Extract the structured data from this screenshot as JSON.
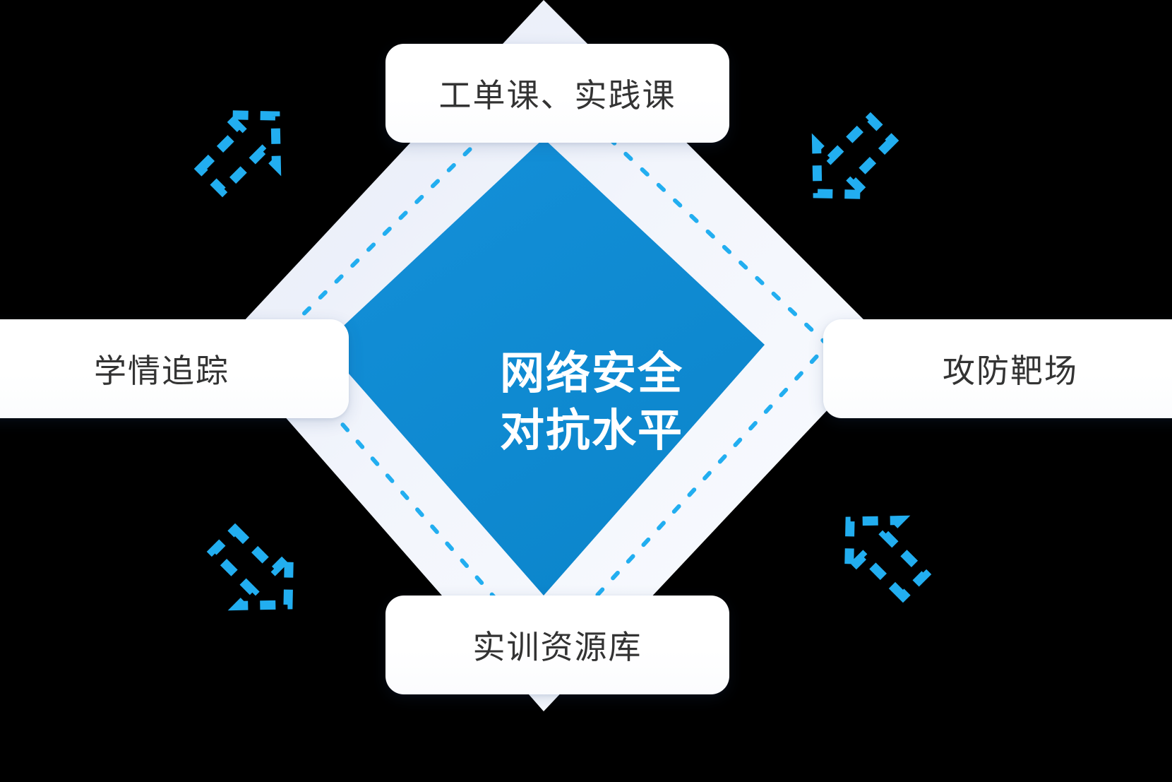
{
  "diagram": {
    "type": "concept-diamond",
    "center": {
      "line1": "网络安全",
      "line2": "对抗水平"
    },
    "nodes": [
      {
        "id": "top",
        "label": "工单课、实践课",
        "position": "top"
      },
      {
        "id": "left",
        "label": "学情追踪",
        "position": "left"
      },
      {
        "id": "right",
        "label": "攻防靶场",
        "position": "right"
      },
      {
        "id": "bottom",
        "label": "实训资源库",
        "position": "bottom"
      }
    ],
    "decorations": {
      "arrows": [
        {
          "id": "arrow-top-left",
          "direction": "up-right",
          "style": "dashed-outline"
        },
        {
          "id": "arrow-top-right",
          "direction": "down-left",
          "style": "dashed-outline"
        },
        {
          "id": "arrow-bottom-left",
          "direction": "down-left",
          "style": "dashed-outline"
        },
        {
          "id": "arrow-bottom-right",
          "direction": "up-left",
          "style": "dashed-outline"
        }
      ]
    },
    "colors": {
      "core_blue": "#0F8BD3",
      "accent_cyan": "#22AEF0",
      "band_outer": "#E6EBF6",
      "band_inner": "#F7FAFE",
      "pill_background": "#FFFFFF",
      "pill_text": "#333333",
      "center_text": "#FFFFFF",
      "canvas": "#000000"
    }
  }
}
